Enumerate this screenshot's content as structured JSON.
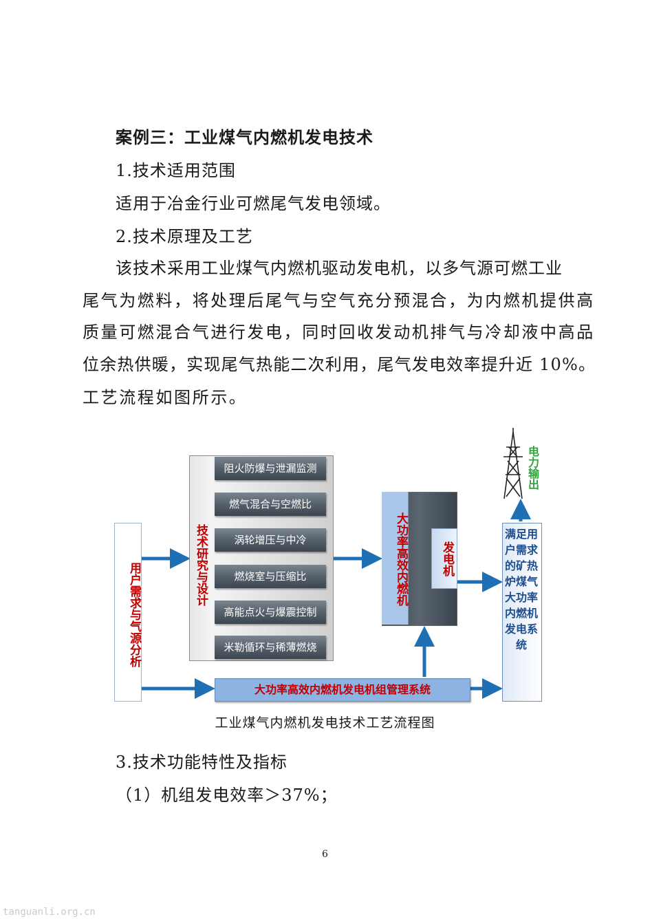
{
  "heading": "案例三：工业煤气内燃机发电技术",
  "section1": {
    "title": "1.技术适用范围",
    "text": "适用于冶金行业可燃尾气发电领域。"
  },
  "section2": {
    "title": "2.技术原理及工艺",
    "lines": [
      "该技术采用工业煤气内燃机驱动发电机，以多气源可燃工业",
      "尾气为燃料，将处理后尾气与空气充分预混合，为内燃机提供高",
      "质量可燃混合气进行发电，同时回收发动机排气与冷却液中高品",
      "位余热供暖，实现尾气热能二次利用，尾气发电效率提升近 10%。",
      "工艺流程如图所示。"
    ]
  },
  "diagram": {
    "user_analysis": "用户需求与气源分析",
    "tech_design": "技术研究与设计",
    "tech_items": [
      "阻火防爆与泄漏监测",
      "燃气混合与空燃比",
      "涡轮增压与中冷",
      "燃烧室与压缩比",
      "高能点火与爆震控制",
      "米勒循环与稀薄燃烧"
    ],
    "engine": "大功率高效内燃机",
    "generator": "发电机",
    "management": "大功率高效内燃机发电机组管理系统",
    "result": "满足用户需求的矿热炉煤气大功率内燃机发电系统",
    "power_output": "电力输出"
  },
  "caption": "工业煤气内燃机发电技术工艺流程图",
  "section3": {
    "title": "3.技术功能特性及指标",
    "item1": "（1）机组发电效率＞37%；"
  },
  "page_number": "6",
  "watermark": "tanguanli.org.cn",
  "colors": {
    "label_red": "#c00000",
    "arrow_blue": "#1f6fb5",
    "result_blue": "#1f4e8f",
    "power_green": "#2ea43a"
  }
}
